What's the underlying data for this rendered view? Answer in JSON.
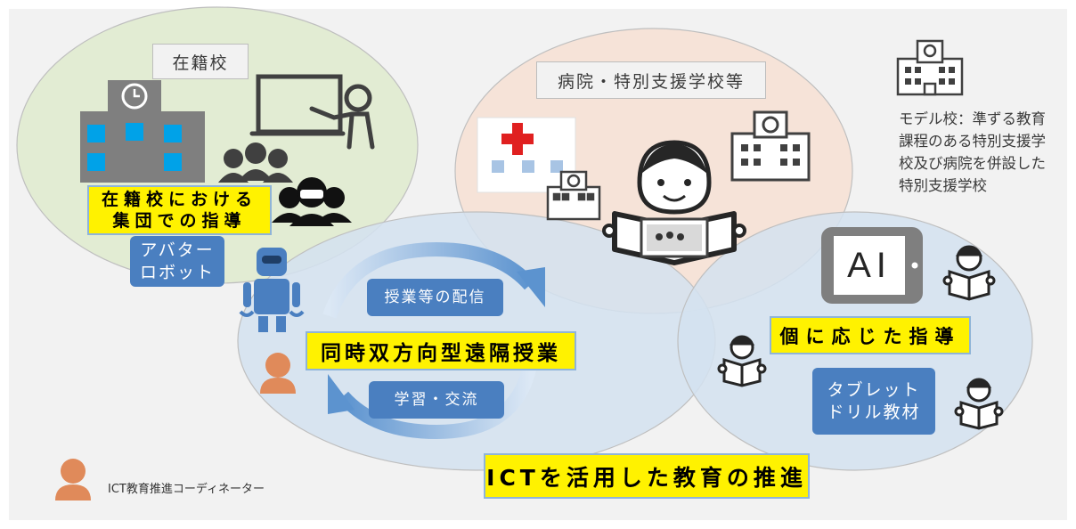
{
  "labels": {
    "home_school": "在籍校",
    "group_guidance_line1": "在籍校における",
    "group_guidance_line2": "集団での指導",
    "avatar_robot_line1": "アバター",
    "avatar_robot_line2": "ロボット",
    "hospital_schools": "病院・特別支援学校等",
    "class_distribution": "授業等の配信",
    "learning_exchange": "学習・交流",
    "remote_class": "同時双方向型遠隔授業",
    "individual_guidance": "個に応じた指導",
    "tablet_line1": "タブレット",
    "tablet_line2": "ドリル教材",
    "ai": "AI",
    "ict_promotion": "ICTを活用した教育の推進"
  },
  "model_school_note": [
    "モデル校：準ずる教育",
    "課程のある特別支援学",
    "校及び病院を併設した",
    "特別支援学校"
  ],
  "legend": {
    "coordinator": "ICT教育推進コーディネーター"
  },
  "colors": {
    "home_school_ellipse": "#e2ecd3",
    "hospital_ellipse": "#f6e1d6",
    "remote_ellipse": "#d4e2f0",
    "label_yellow": "#fff200",
    "label_blue": "#4a7fc0",
    "arrow_blue": "#5c93cf",
    "person_orange": "#e08a5a"
  }
}
